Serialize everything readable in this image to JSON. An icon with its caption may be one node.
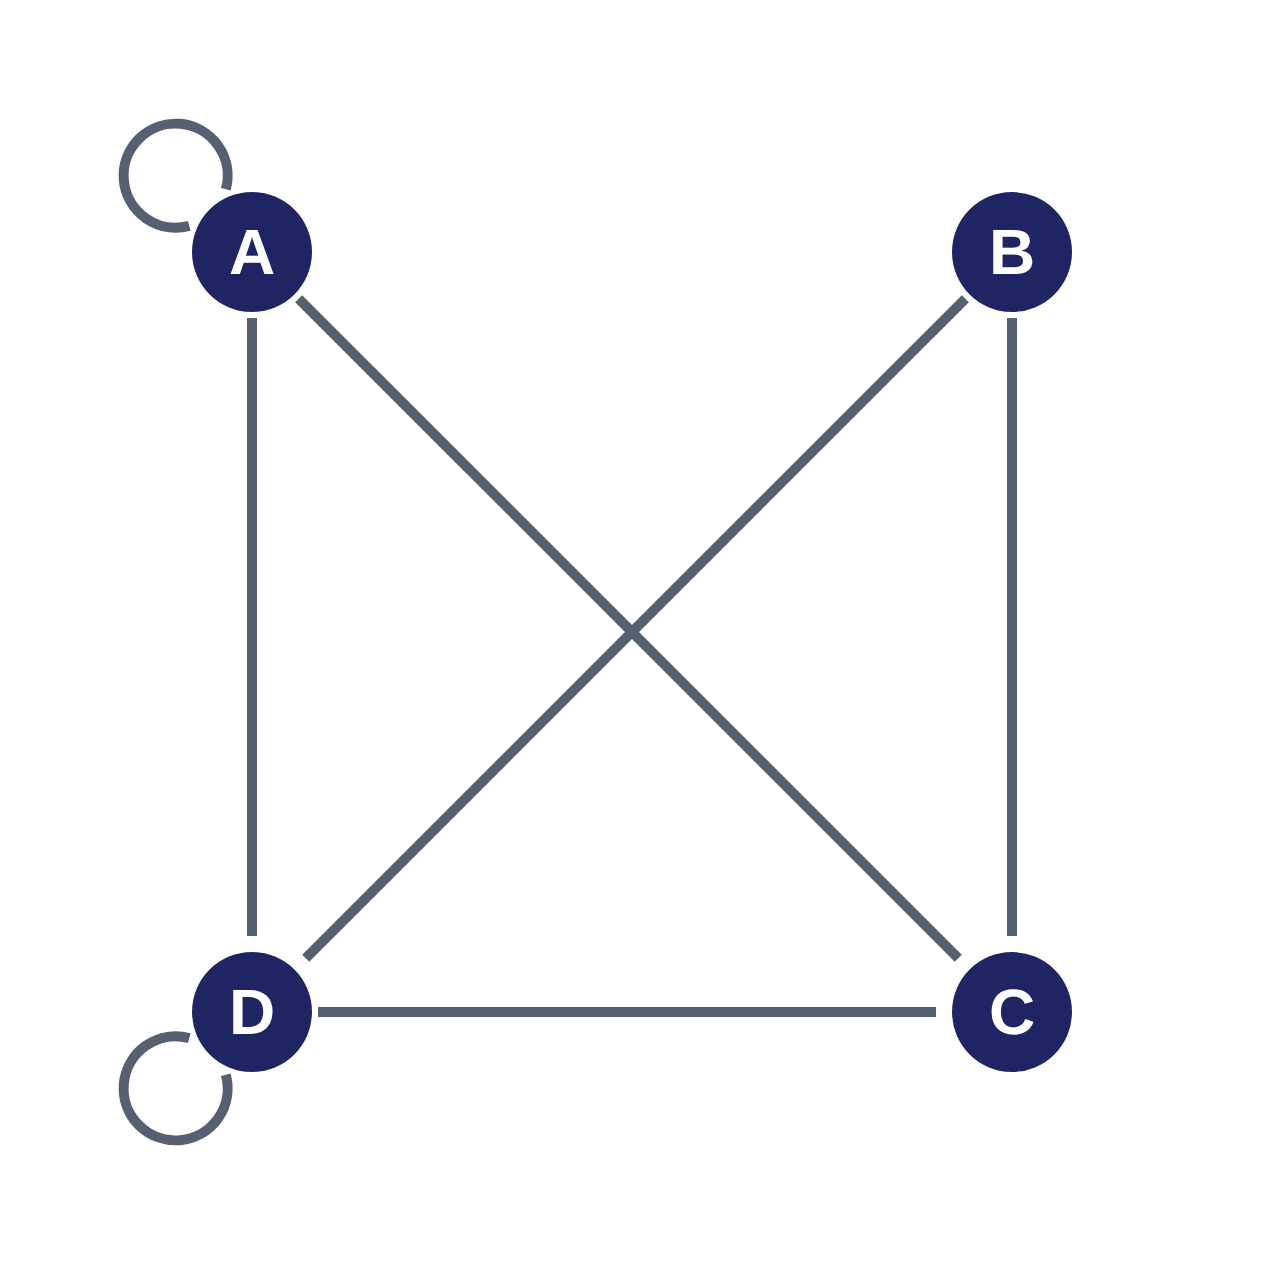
{
  "diagram": {
    "nodes": [
      {
        "text": [
          "A"
        ]
      },
      {
        "text": [
          "B"
        ]
      },
      {
        "text": [
          "D"
        ]
      },
      {
        "text": [
          "C"
        ]
      }
    ],
    "edges": [
      {
        "from": 0,
        "to": 0,
        "arrow": "none"
      },
      {
        "from": 0,
        "to": 2,
        "arrow": "none"
      },
      {
        "from": 0,
        "to": 3,
        "arrow": "none"
      },
      {
        "from": 1,
        "to": 2,
        "arrow": "none"
      },
      {
        "from": 1,
        "to": 3,
        "arrow": "none"
      },
      {
        "from": 2,
        "to": 3,
        "arrow": "none"
      },
      {
        "from": 2,
        "to": 2,
        "arrow": "none"
      }
    ]
  }
}
